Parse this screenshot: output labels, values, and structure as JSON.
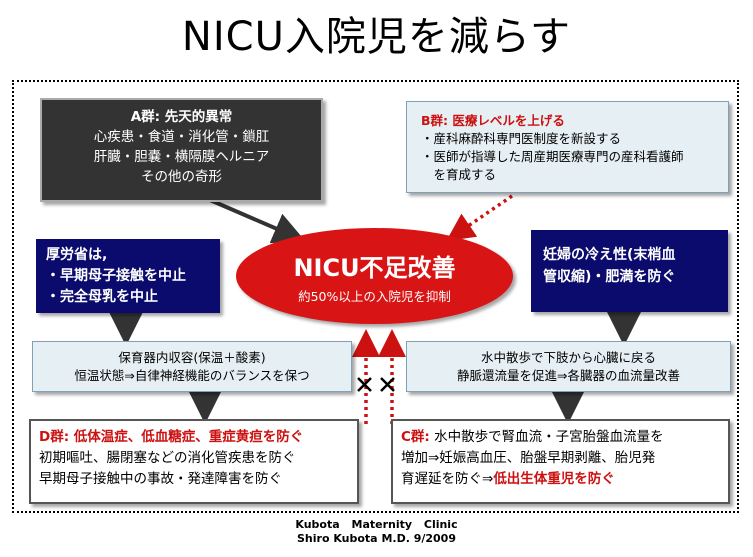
{
  "title": "NICU入院児を減らす",
  "groupA": {
    "heading": "A群: 先天的異常",
    "lines": [
      "心疾患・食道・消化管・鎖肛",
      "肝臓・胆嚢・横隔膜ヘルニア",
      "その他の奇形"
    ]
  },
  "groupB": {
    "heading": "B群: 医療レベルを上げる",
    "items": [
      "・産科麻酔科専門医制度を新設する",
      "・医師が指導した周産期医療専門の産科看護師",
      "　を育成する"
    ]
  },
  "mhlw": {
    "lines": [
      "厚労省は,",
      "・早期母子接触を中止",
      "・完全母乳を中止"
    ]
  },
  "center": {
    "main": "NICU不足改善",
    "sub": "約50%以上の入院児を抑制"
  },
  "cold": {
    "lines": [
      "妊婦の冷え性(末梢血",
      "管収縮)・肥満を防ぐ"
    ]
  },
  "incubator": {
    "lines": [
      "保育器内収容(保温＋酸素)",
      "恒温状態⇒自律神経機能のバランスを保つ"
    ]
  },
  "walking": {
    "lines": [
      "水中散歩で下肢から心臓に戻る",
      "静脈還流量を促進⇒各臓器の血流量改善"
    ]
  },
  "groupD": {
    "heading": "D群: 低体温症、低血糖症、重症黄疸を防ぐ",
    "lines": [
      "初期嘔吐、腸閉塞などの消化管疾患を防ぐ",
      "早期母子接触中の事故・発達障害を防ぐ"
    ]
  },
  "groupC": {
    "heading": "C群:",
    "line1_rest": " 水中散歩で腎血流・子宮胎盤血流量を",
    "line2": "増加⇒妊娠高血圧、胎盤早期剥離、胎児発",
    "line3_plain": "育遅延を防ぐ⇒",
    "line3_red": "低出生体重児を防ぐ"
  },
  "credits": {
    "clinic": "Kubota Maternity Clinic",
    "author": "Shiro Kubota M.D. 9/2009"
  },
  "colors": {
    "red": "#cc1111",
    "navy": "#0b0b6e",
    "ellipse": "#d81414",
    "lightbox": "#e6eff3",
    "dark": "#333333"
  }
}
